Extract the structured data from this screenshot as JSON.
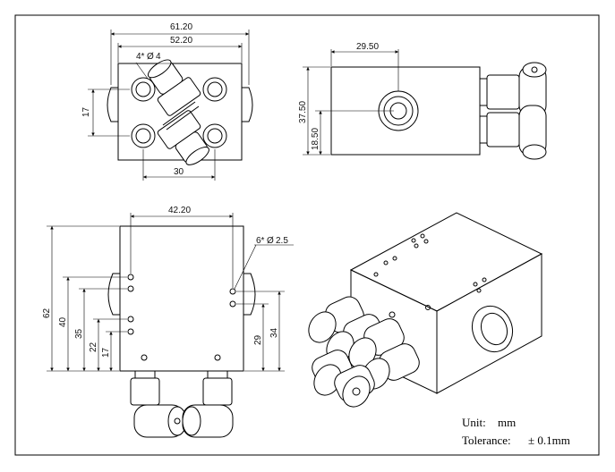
{
  "drawing": {
    "top_view": {
      "dims": {
        "overall_width": "61.20",
        "inner_width": "52.20",
        "hole_note": "4*",
        "hole_dia": "4",
        "pitch_v": "17",
        "pitch_h": "30"
      }
    },
    "side_view": {
      "dims": {
        "hole_offset": "29.50",
        "height": "37.50",
        "hole_height": "18.50"
      }
    },
    "front_view": {
      "dims": {
        "hole_span": "42.20",
        "small_hole_note": "6*",
        "small_hole_dia": "2.5",
        "h62": "62",
        "h40": "40",
        "h35": "35",
        "h22": "22",
        "h17": "17",
        "h29": "29",
        "h34": "34"
      }
    },
    "notes": {
      "unit_label": "Unit:",
      "unit_value": "mm",
      "tolerance_label": "Tolerance:",
      "tolerance_value": "± 0.1mm"
    }
  }
}
